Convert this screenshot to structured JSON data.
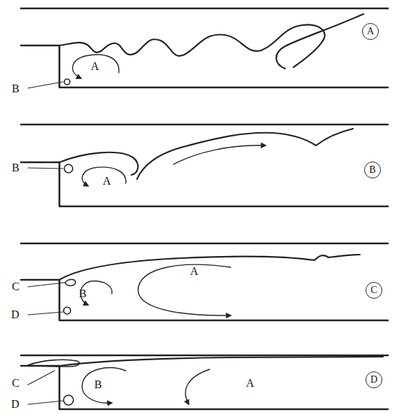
{
  "diagram": {
    "nodes": [
      {
        "text": [
          "A"
        ]
      },
      {
        "text": [
          "B"
        ]
      },
      {
        "text": [
          "C"
        ]
      },
      {
        "text": [
          "D"
        ]
      }
    ],
    "labels": [
      "A",
      "B",
      "A",
      "B",
      "C",
      "B",
      "A",
      "D",
      "C",
      "B",
      "A",
      "D"
    ]
  }
}
